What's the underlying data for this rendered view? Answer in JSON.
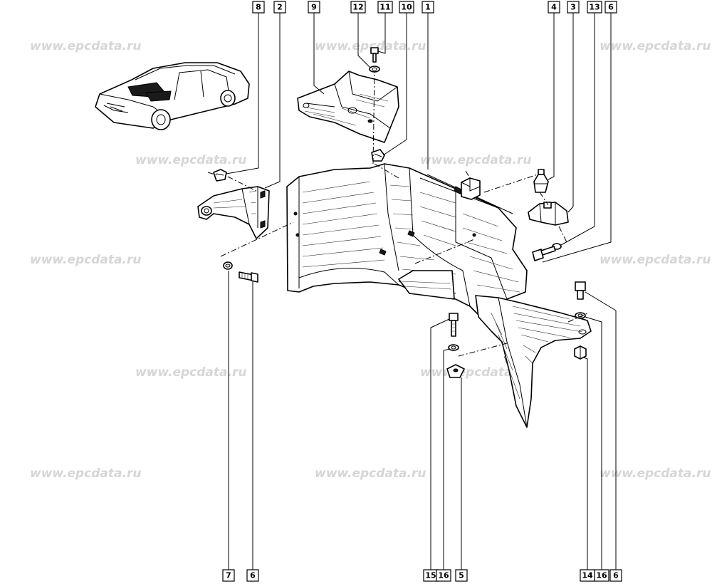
{
  "watermark": "www.epcdata.ru",
  "callouts_top": [
    "8",
    "2",
    "9",
    "12",
    "11",
    "10",
    "1",
    "4",
    "3",
    "13",
    "6"
  ],
  "callouts_bottom": [
    "7",
    "6",
    "15",
    "16",
    "5",
    "14",
    "16",
    "6"
  ]
}
